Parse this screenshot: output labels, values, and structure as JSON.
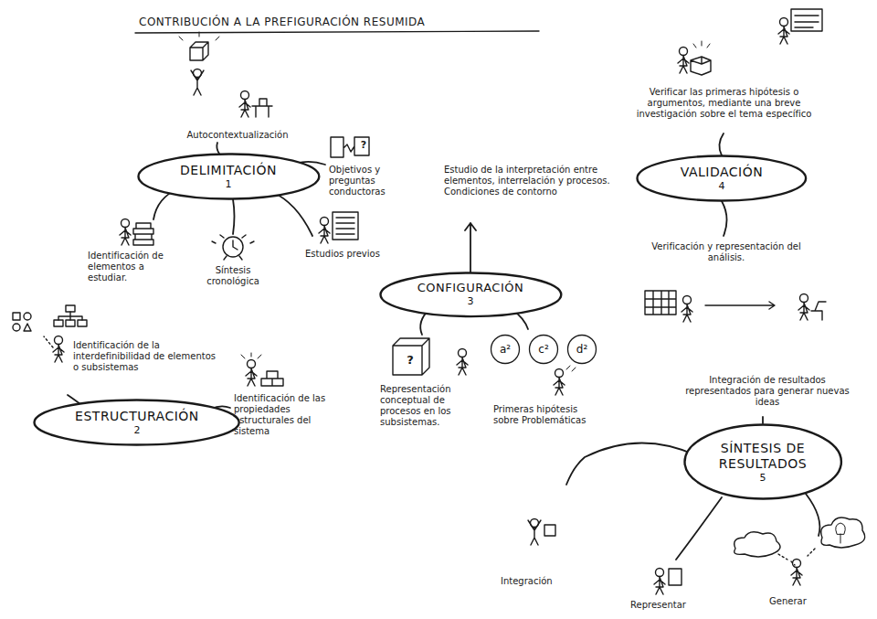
{
  "diagram": {
    "title": "CONTRIBUCIÓN A LA PREFIGURACIÓN RESUMIDA",
    "nodes": [
      {
        "text": [
          "DELIMITACIÓN",
          "1"
        ]
      },
      {
        "text": [
          "ESTRUCTURACIÓN",
          "2"
        ]
      },
      {
        "text": [
          "CONFIGURACIÓN",
          "3"
        ]
      },
      {
        "text": [
          "a²"
        ]
      },
      {
        "text": [
          "c²"
        ]
      },
      {
        "text": [
          "d²"
        ]
      },
      {
        "text": [
          "VALIDACIÓN",
          "4"
        ]
      },
      {
        "text": [
          "SÍNTESIS DE RESULTADOS",
          "5"
        ]
      }
    ],
    "labels": [
      "Autocontextualización",
      "Objetivos y preguntas conductoras",
      "Estudios previos",
      "Síntesis cronológica",
      "Identificación de elementos a estudiar.",
      "Identificación de la interdefinibilidad de elementos o subsistemas",
      "Identificación de las propiedades estructurales del sistema",
      "Estudio de la interpretación entre elementos, interrelación y procesos. Condiciones de contorno",
      "Representación conceptual de procesos en los subsistemas.",
      "Primeras hipótesis sobre Problemáticas",
      "Verificar las primeras hipótesis o argumentos, mediante una breve investigación sobre el tema específico",
      "Verificación y representación del análisis.",
      "Integración de resultados representados para generar nuevas ideas",
      "Integración",
      "Representar",
      "Generar",
      "?",
      "?"
    ]
  }
}
